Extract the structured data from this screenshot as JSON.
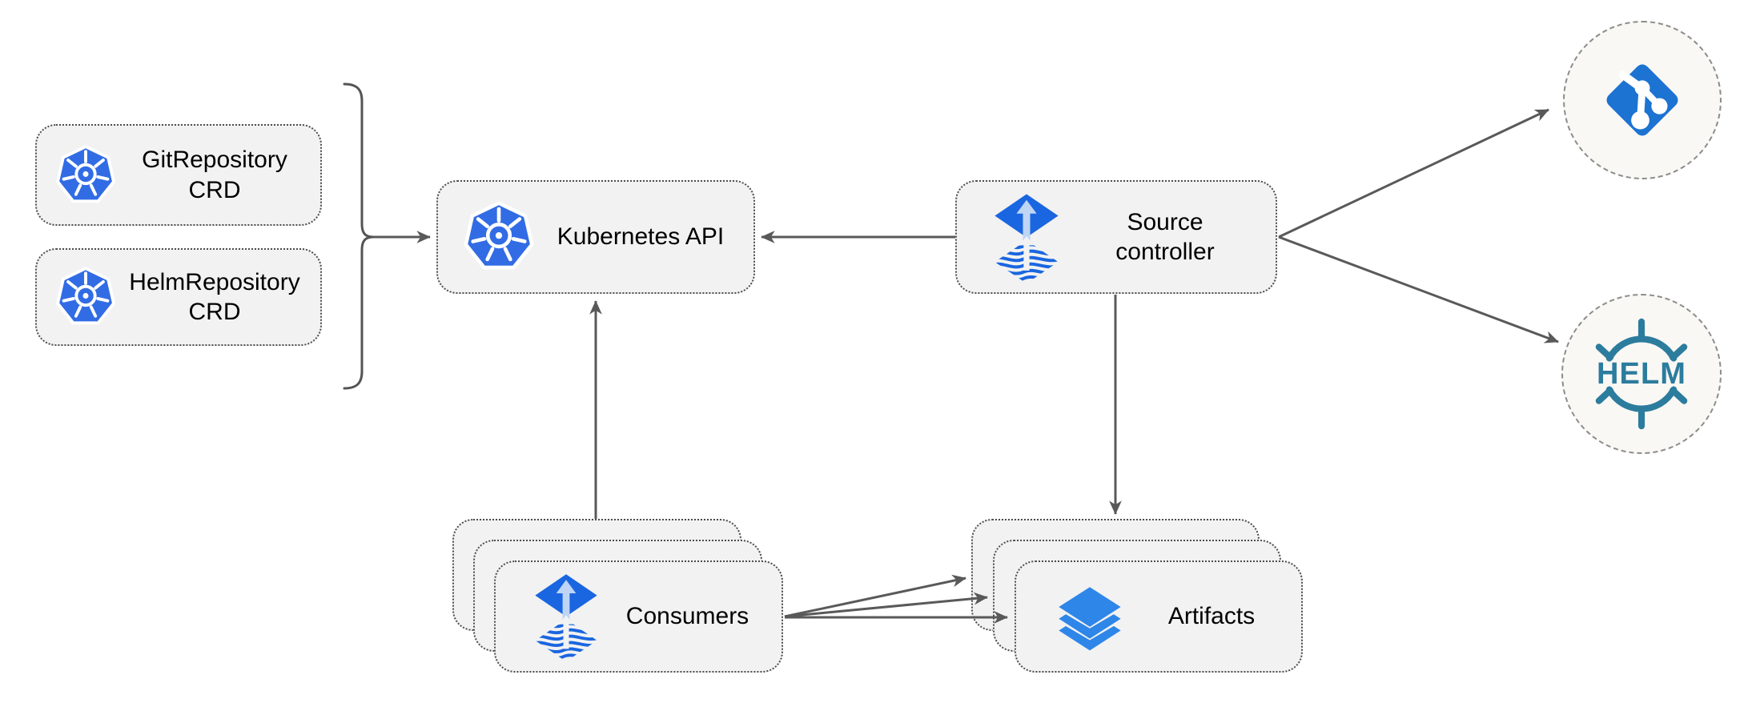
{
  "diagram": {
    "description": "Flux source-controller architecture diagram",
    "nodes": {
      "git_repository_crd": {
        "label": "GitRepository CRD",
        "icon": "kubernetes-icon"
      },
      "helm_repository_crd": {
        "label": "HelmRepository CRD",
        "icon": "kubernetes-icon"
      },
      "kubernetes_api": {
        "label": "Kubernetes API",
        "icon": "kubernetes-icon"
      },
      "source_controller": {
        "label": "Source controller",
        "icon": "flux-icon"
      },
      "consumers": {
        "label": "Consumers",
        "icon": "flux-icon",
        "stack_count": 3
      },
      "artifacts": {
        "label": "Artifacts",
        "icon": "layers-icon",
        "stack_count": 3
      },
      "git_repository": {
        "icon": "git-icon"
      },
      "helm_repository": {
        "icon": "helm-icon",
        "logo_text": "HELM"
      }
    },
    "edges": [
      {
        "from": "git_repository_crd & helm_repository_crd",
        "to": "kubernetes_api",
        "style": "bracket-arrow"
      },
      {
        "from": "source_controller",
        "to": "kubernetes_api",
        "style": "arrow"
      },
      {
        "from": "source_controller",
        "to": "git_repository",
        "style": "arrow"
      },
      {
        "from": "source_controller",
        "to": "helm_repository",
        "style": "arrow"
      },
      {
        "from": "consumers",
        "to": "kubernetes_api",
        "style": "arrow"
      },
      {
        "from": "source_controller",
        "to": "artifacts",
        "style": "arrow"
      },
      {
        "from": "consumers",
        "to": "artifacts",
        "style": "arrow",
        "count": 3
      }
    ],
    "colors": {
      "kubernetes_blue": "#326CE5",
      "flux_blue": "#1A66E0",
      "flux_arrow_light": "#BFD5F6",
      "git_blue": "#1C73D2",
      "helm_teal": "#2C7C9E",
      "layers_blue": "#2E86E9",
      "node_fill": "#F2F2F2",
      "node_border": "#4D4D4D",
      "circle_fill": "#FAF8F4",
      "circle_border": "#8C8C8C",
      "connector": "#595959",
      "label_text": "#000000"
    }
  }
}
